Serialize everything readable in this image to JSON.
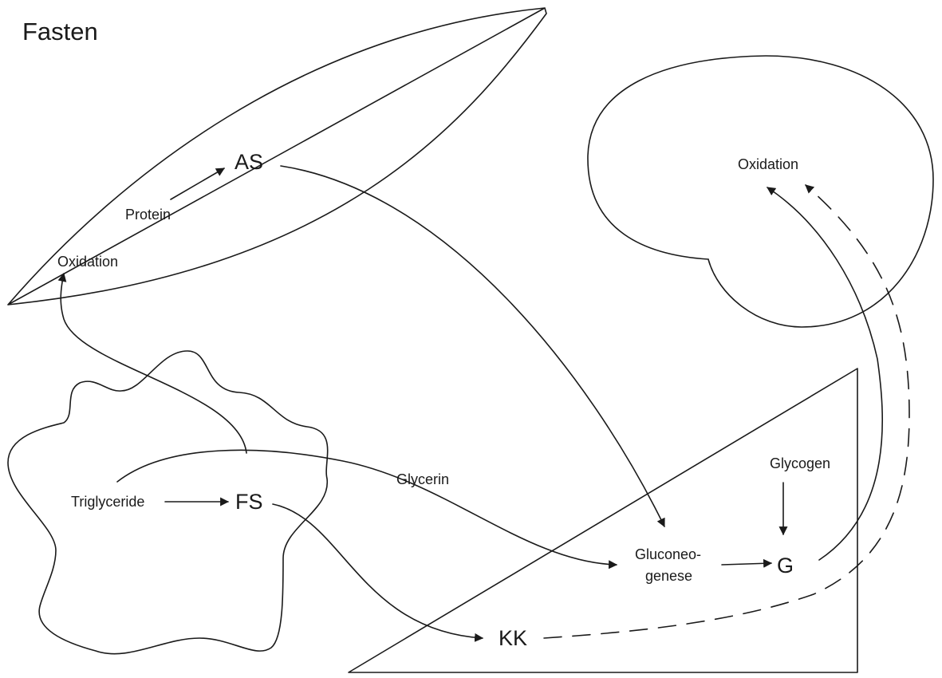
{
  "title": "Fasten",
  "labels": {
    "protein": "Protein",
    "as": "AS",
    "oxidation_muscle": "Oxidation",
    "oxidation_brain": "Oxidation",
    "triglyceride": "Triglyceride",
    "fs": "FS",
    "glycerin": "Glycerin",
    "gluconeogenese_1": "Gluconeo-",
    "gluconeogenese_2": "genese",
    "glycogen": "Glycogen",
    "g": "G",
    "kk": "KK"
  },
  "colors": {
    "ink": "#1a1a1a",
    "background": "#ffffff"
  }
}
